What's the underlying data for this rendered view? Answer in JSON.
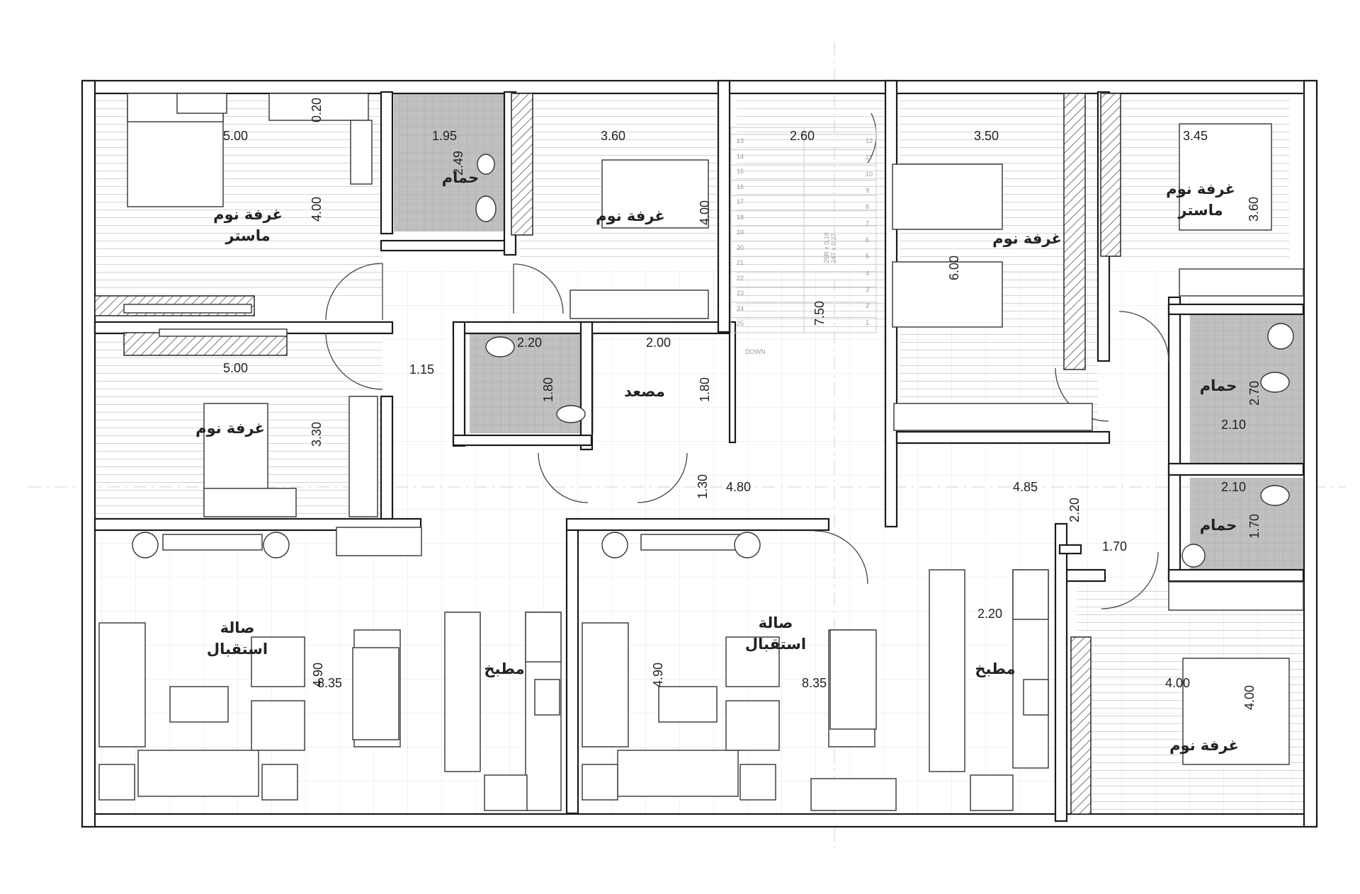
{
  "colors": {
    "wall": "#1a1a1a",
    "wall_hatch": "#555555",
    "wet_floor": "#bdbdbd",
    "floor_lines": "#d4d4d4",
    "grid_lines": "#e2e2e2",
    "furniture": "#333333",
    "text": "#222222"
  },
  "rooms": {
    "master_bedroom_left": "غرفة نوم\nماستر",
    "bedroom_left": "غرفة نوم",
    "bath_top": "حمام",
    "bedroom_mid": "غرفة نوم",
    "elevator": "مصعد",
    "bedroom_right_twin": "غرفة نوم",
    "master_bedroom_right": "غرفة نوم\nماستر",
    "bath_right_1": "حمام",
    "bath_right_2": "حمام",
    "living_left": "صالة\nاستقبال",
    "kitchen_left": "مطبخ",
    "living_mid": "صالة\nاستقبال",
    "kitchen_mid": "مطبخ",
    "bedroom_bottom_right": "غرفة نوم"
  },
  "dimensions": {
    "d1": "5.00",
    "d2": "0.20",
    "d3": "4.00",
    "d4": "1.95",
    "d5": "2.49",
    "d6": "3.60",
    "d7": "4.00",
    "d8": "2.60",
    "d9": "3.50",
    "d10": "6.00",
    "d11": "3.45",
    "d12": "3.60",
    "d13": "5.00",
    "d14": "3.30",
    "d15": "1.15",
    "d16": "2.20",
    "d17": "1.80",
    "d18": "2.00",
    "d19": "1.80",
    "d20": "7.50",
    "d21": "2.70",
    "d22": "2.10",
    "d23": "1.30",
    "d24": "4.80",
    "d25": "4.85",
    "d26": "2.20",
    "d27": "2.10",
    "d28": "1.70",
    "d29": "1.70",
    "d30": "2.20",
    "d31": "4.90",
    "d32": "8.35",
    "d33": "4.90",
    "d34": "8.35",
    "d35": "4.00",
    "d36": "4.00"
  },
  "stair": {
    "direction_label": "DOWN",
    "steps_left": [
      "13",
      "14",
      "15",
      "16",
      "17",
      "18",
      "19",
      "20",
      "21",
      "22",
      "23",
      "24",
      "25"
    ],
    "steps_right": [
      "12",
      "11",
      "10",
      "9",
      "8",
      "7",
      "6",
      "5",
      "4",
      "3",
      "2",
      "1"
    ],
    "spec": "25R x 0.18\n24T x 0.27"
  }
}
